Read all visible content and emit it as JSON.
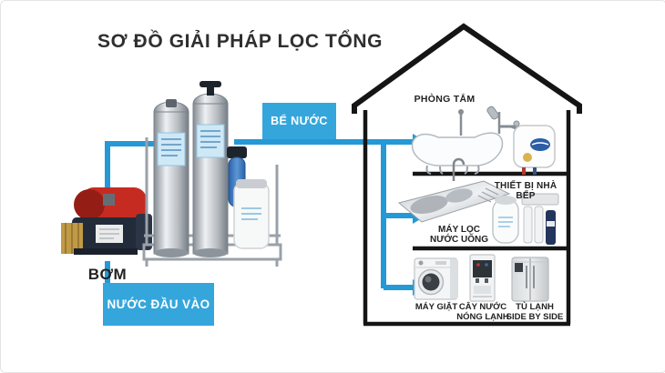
{
  "title": "SƠ ĐỒ GIẢI PHÁP LỌC TỔNG",
  "labels": {
    "pump": "BƠM",
    "water_tank": "BỂ NƯỚC",
    "input_water": "NƯỚC ĐẦU VÀO",
    "bathroom": "PHÒNG TẮM",
    "kitchen_equipment": "THIẾT BỊ NHÀ BẾP",
    "drinking_filter_line1": "MÁY LỌC",
    "drinking_filter_line2": "NƯỚC UỐNG",
    "washer": "MÁY GIẶT",
    "dispenser_line1": "CÂY NƯỚC",
    "dispenser_line2": "NÓNG LẠNH",
    "fridge_line1": "TỦ LẠNH",
    "fridge_line2": "SIDE BY SIDE"
  },
  "colors": {
    "flow_blue": "#2499d6",
    "label_box_blue": "#35a6dc",
    "house_outline": "#151515",
    "title_text": "#2f2f2f",
    "pump_red": "#c62b22",
    "cartridge_blue": "#3a76bc"
  },
  "icons": [
    "pump-icon",
    "filter-tanks-icon",
    "brine-tank-icon",
    "house-outline",
    "flow-arrow-icon",
    "bathtub-icon",
    "shower-icon",
    "water-heater-icon",
    "kitchen-sink-icon",
    "ro-purifier-icon",
    "washing-machine-icon",
    "water-dispenser-icon",
    "fridge-icon"
  ]
}
